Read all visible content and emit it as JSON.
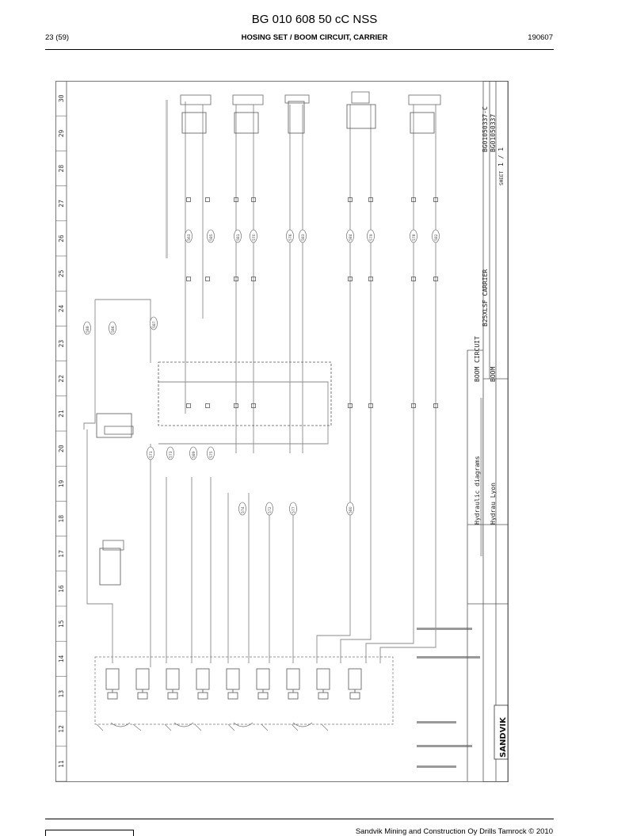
{
  "header": {
    "doc_code": "BG 010 608 50 cC NSS",
    "page": "23 (59)",
    "section": "HOSING SET / BOOM CIRCUIT, CARRIER",
    "date": "190607"
  },
  "drawing": {
    "column_numbers": [
      "30",
      "29",
      "28",
      "27",
      "26",
      "25",
      "24",
      "23",
      "22",
      "21",
      "20",
      "19",
      "18",
      "17",
      "16",
      "15",
      "14",
      "13",
      "12",
      "11"
    ],
    "title_block": {
      "brand": "SANDVIK",
      "line1": "BOOM CIRCUIT",
      "line2": "B25XLSF CARRIER",
      "line3": "BOOM",
      "diagram_type": "Hydraulic diagrams",
      "office": "Hydrau Lyon",
      "sheet_label": "SHEET",
      "sheet": "1 / 1",
      "drawing_no": "BG01050337-C",
      "ref_no": "BG01050337"
    },
    "hose_labels": [
      "588",
      "586",
      "587",
      "563",
      "585",
      "581",
      "570",
      "576",
      "583",
      "584",
      "579",
      "578",
      "582",
      "571",
      "573",
      "589",
      "575",
      "574",
      "572",
      "577",
      "580"
    ]
  },
  "footer": {
    "copyright": "Sandvik Mining and Construction Oy Drills Tamrock © 2010"
  }
}
